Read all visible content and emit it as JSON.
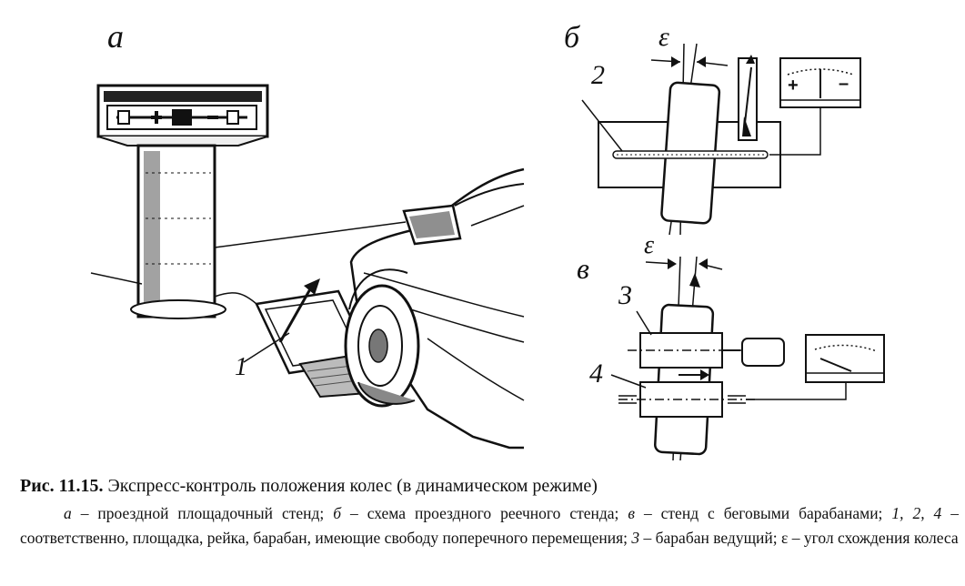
{
  "figure": {
    "panel_labels": {
      "a": "а",
      "b": "б",
      "v": "в"
    },
    "epsilon_b": "ε",
    "epsilon_v": "ε",
    "numbers": {
      "n1": "1",
      "n2": "2",
      "n3": "3",
      "n4": "4"
    },
    "meter_plus": "+",
    "meter_minus": "–"
  },
  "caption": {
    "label": "Рис. 11.15.",
    "title": " Экспресс-контроль положения колес (в динамическом режиме)",
    "parts": [
      {
        "key": "а",
        "text": " – проездной площадочный стенд; "
      },
      {
        "key": "б",
        "text": " – схема проездного реечного стенда; "
      },
      {
        "key": "в",
        "text": " – стенд с беговыми барабанами; "
      },
      {
        "key": "1, 2, 4",
        "text": " – соответственно, площадка, рейка, барабан, имеющие свободу поперечного перемещения; "
      },
      {
        "key": "3",
        "text": " – барабан ведущий; ε – угол схождения колеса"
      }
    ]
  }
}
